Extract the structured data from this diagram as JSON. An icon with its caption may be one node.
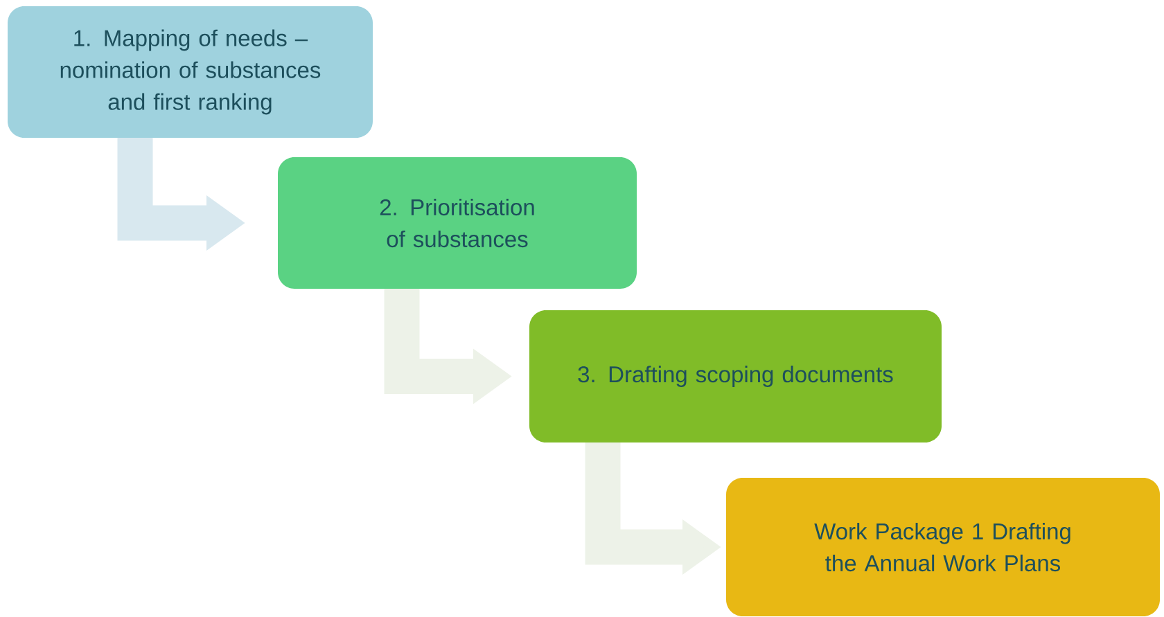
{
  "diagram": {
    "nodes": [
      {
        "text": [
          "1. Mapping of needs – nomination of substances and first ranking"
        ]
      },
      {
        "text": [
          "2. Prioritisation of substances"
        ]
      },
      {
        "text": [
          "3. Drafting scoping documents"
        ]
      },
      {
        "text": [
          "Work Package 1 Drafting the Annual Work Plans"
        ]
      }
    ],
    "edges": [
      {
        "from": 0,
        "to": 1,
        "arrow": "to",
        "color": "#d8e8ef"
      },
      {
        "from": 1,
        "to": 2,
        "arrow": "to"
      },
      {
        "from": 2,
        "to": 3,
        "arrow": "to"
      }
    ]
  }
}
